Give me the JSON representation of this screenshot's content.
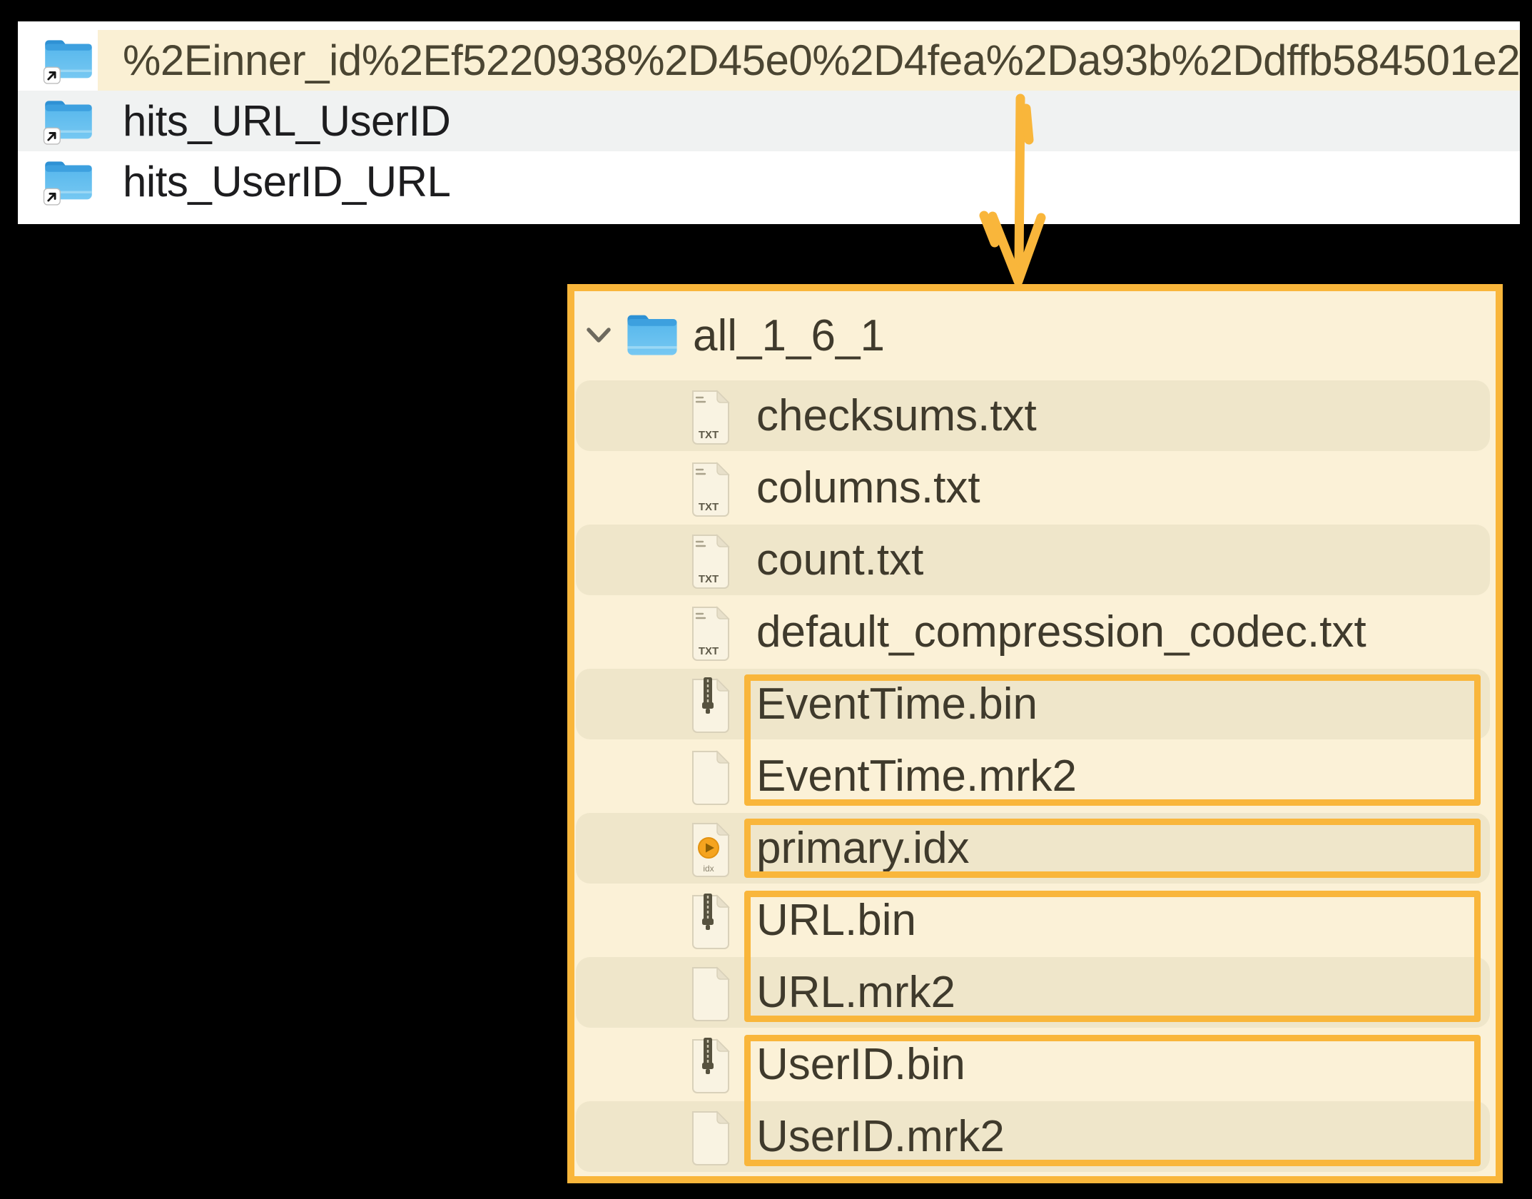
{
  "colors": {
    "accent_orange": "#F9B63B",
    "selected_row_cream": "#FAF0D4",
    "panel_cream": "#FBF1D7",
    "row_stripe_dark": "#EFE6CA",
    "alt_row_grey": "#F0F2F2",
    "folder_blue": "#4FB2EA"
  },
  "top_list": {
    "rows": [
      {
        "label": "%2Einner_id%2Ef5220938%2D45e0%2D4fea%2Da93b%2Ddffb584501e2",
        "icon": "folder-alias-icon",
        "selected": true
      },
      {
        "label": "hits_URL_UserID",
        "icon": "folder-alias-icon",
        "selected": false
      },
      {
        "label": "hits_UserID_URL",
        "icon": "folder-alias-icon",
        "selected": false
      }
    ]
  },
  "connector": {
    "shape": "down-arrow",
    "from": "selected row",
    "to": "tree panel"
  },
  "tree_panel": {
    "root": {
      "label": "all_1_6_1",
      "icon": "folder-icon",
      "state": "expanded"
    },
    "files": [
      {
        "label": "checksums.txt",
        "icon": "txt-file-icon"
      },
      {
        "label": "columns.txt",
        "icon": "txt-file-icon"
      },
      {
        "label": "count.txt",
        "icon": "txt-file-icon"
      },
      {
        "label": "default_compression_codec.txt",
        "icon": "txt-file-icon"
      },
      {
        "label": "EventTime.bin",
        "icon": "bin-file-icon"
      },
      {
        "label": "EventTime.mrk2",
        "icon": "mrk2-file-icon"
      },
      {
        "label": "primary.idx",
        "icon": "idx-file-icon"
      },
      {
        "label": "URL.bin",
        "icon": "bin-file-icon"
      },
      {
        "label": "URL.mrk2",
        "icon": "mrk2-file-icon"
      },
      {
        "label": "UserID.bin",
        "icon": "bin-file-icon"
      },
      {
        "label": "UserID.mrk2",
        "icon": "mrk2-file-icon"
      }
    ],
    "highlight_groups": [
      {
        "rows": [
          4,
          5
        ]
      },
      {
        "rows": [
          6,
          6
        ]
      },
      {
        "rows": [
          7,
          8
        ]
      },
      {
        "rows": [
          9,
          10
        ]
      }
    ]
  }
}
